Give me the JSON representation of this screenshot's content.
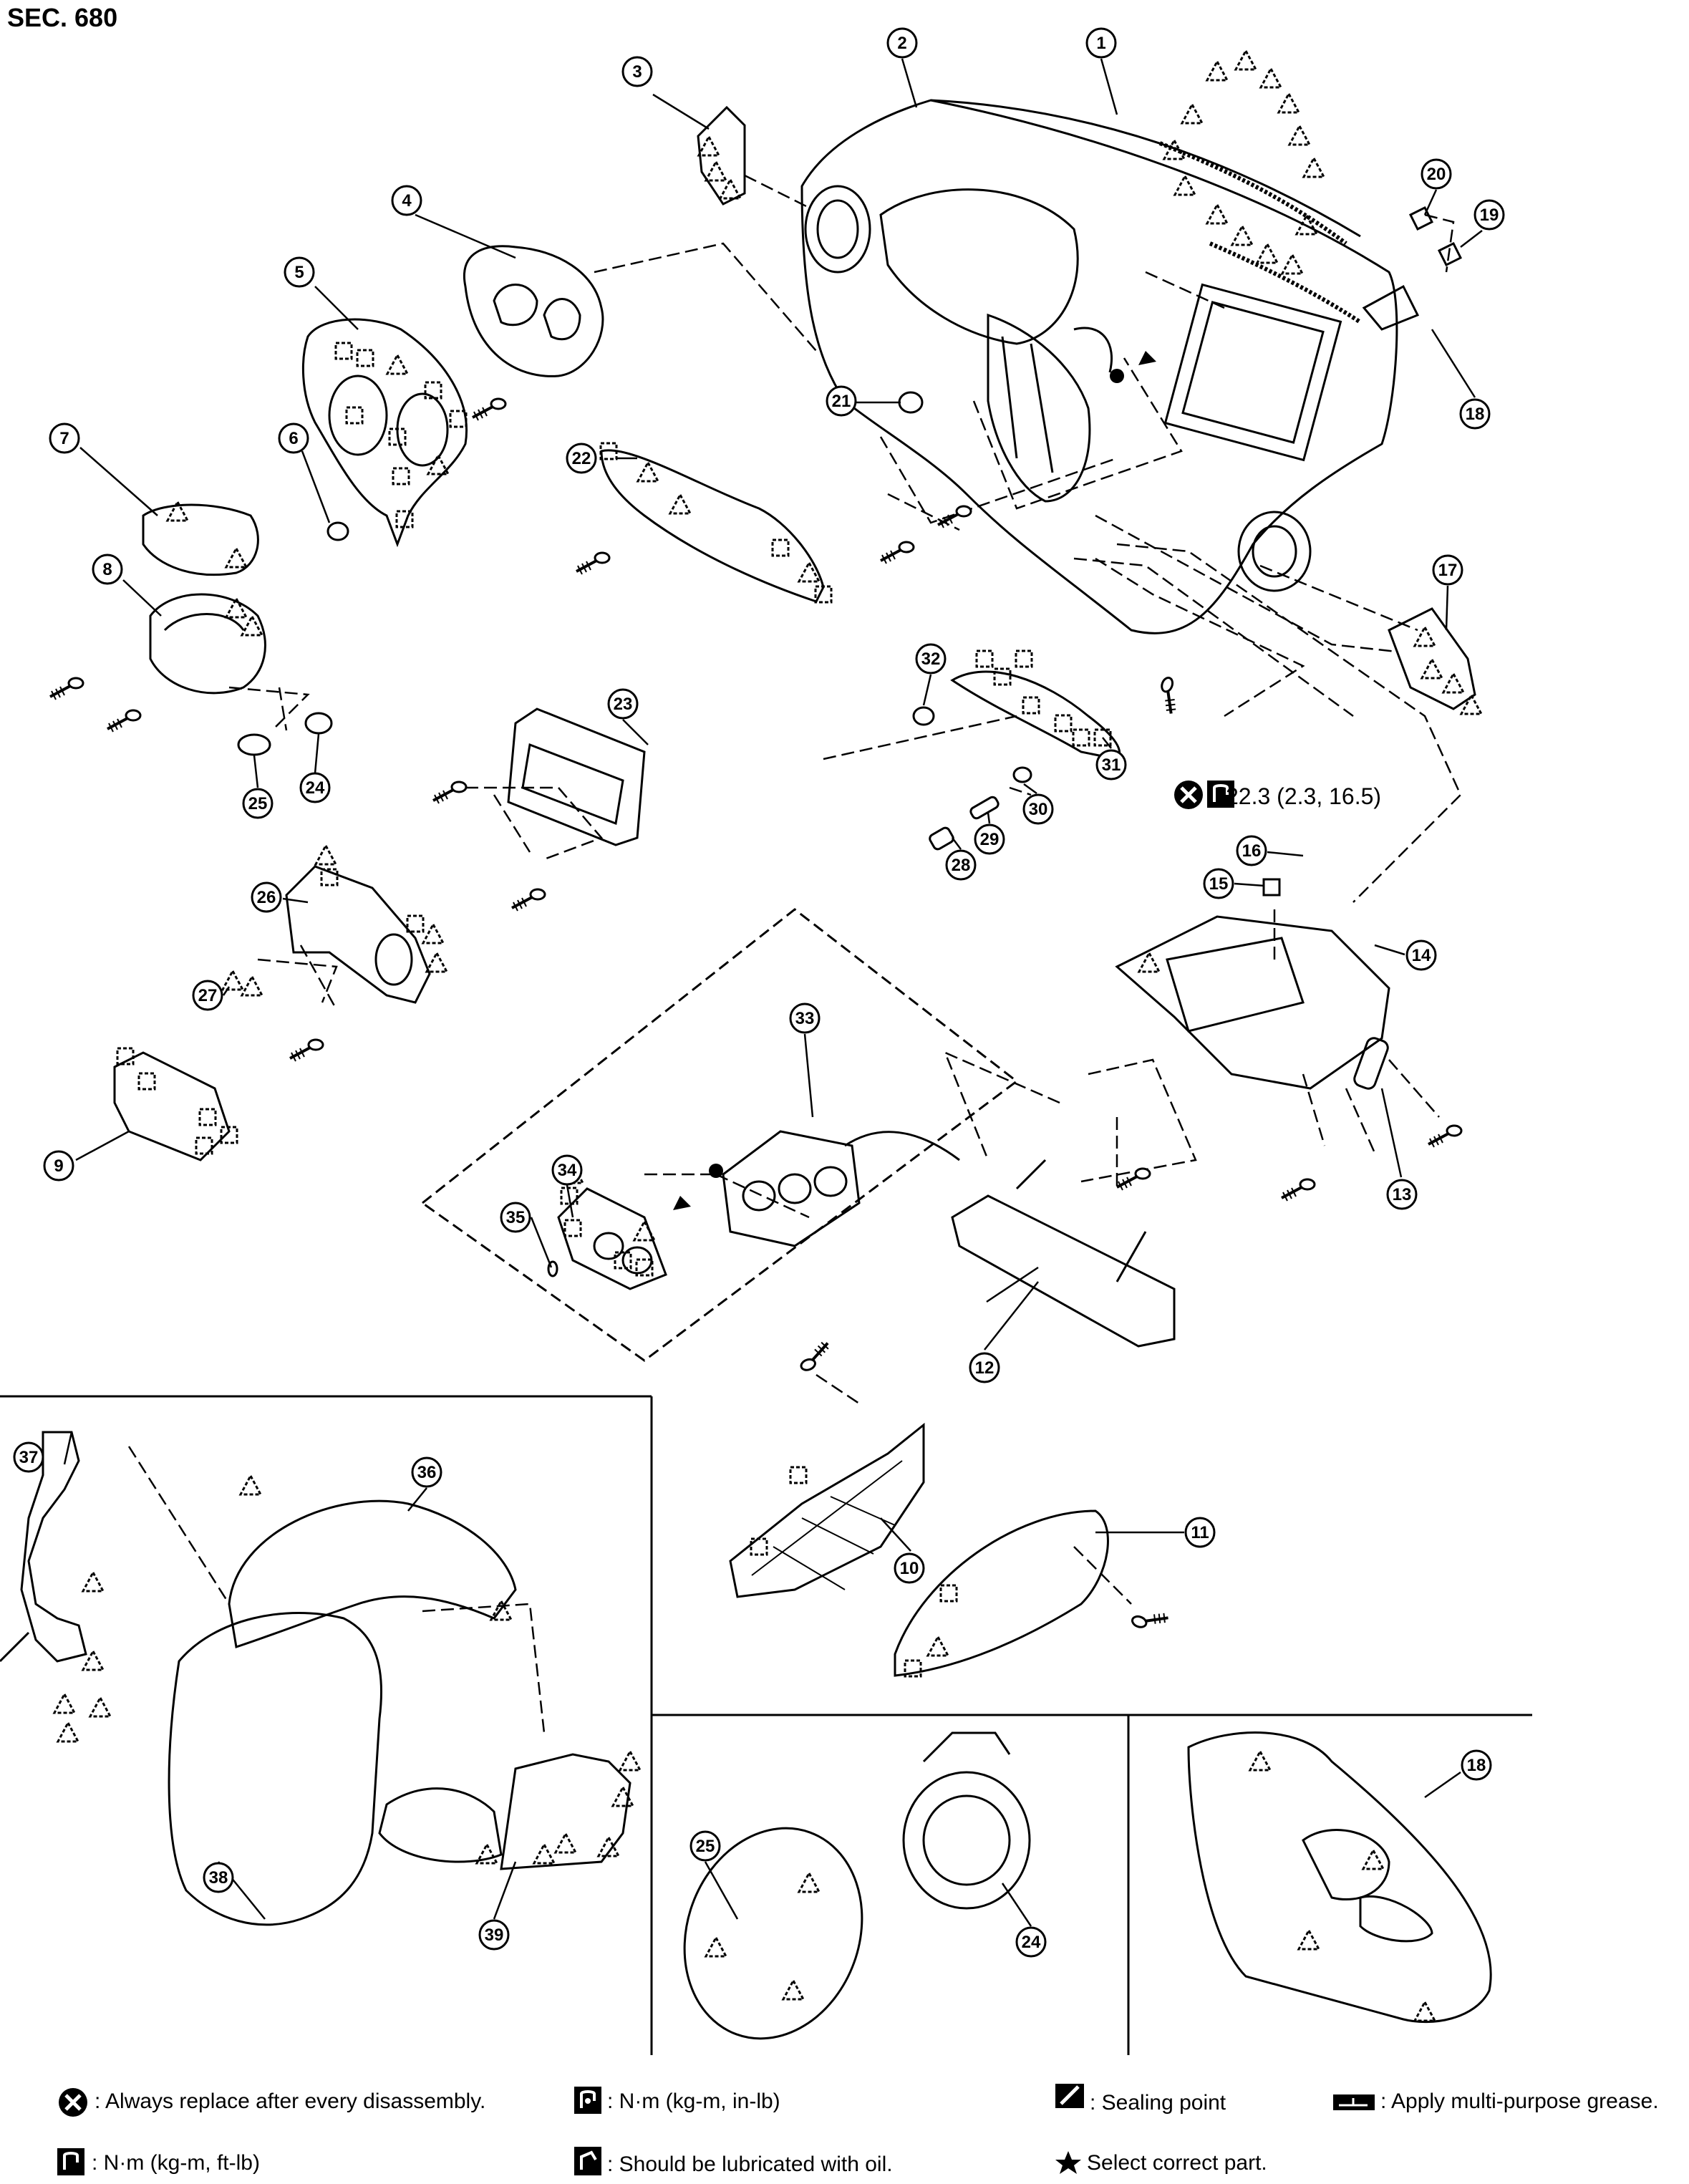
{
  "section_label": "SEC. 680",
  "torque_spec": "22.3 (2.3, 16.5)",
  "callouts": [
    "1",
    "2",
    "3",
    "4",
    "5",
    "6",
    "7",
    "8",
    "9",
    "10",
    "11",
    "12",
    "13",
    "14",
    "15",
    "16",
    "17",
    "18",
    "19",
    "20",
    "21",
    "22",
    "23",
    "24",
    "25",
    "26",
    "27",
    "28",
    "29",
    "30",
    "31",
    "32",
    "33",
    "34",
    "35",
    "36",
    "37",
    "38",
    "39"
  ],
  "detail_callouts": {
    "d37": "37",
    "d36": "36",
    "d38": "38",
    "d39": "39",
    "d25": "25",
    "d24": "24",
    "d18": "18"
  },
  "legend": {
    "replace": ": Always replace after every disassembly.",
    "nm_in_lb": ": N·m (kg-m, in-lb)",
    "sealing": ": Sealing point",
    "grease": ": Apply multi-purpose grease.",
    "nm_ft_lb": ": N·m (kg-m, ft-lb)",
    "oil": ": Should be lubricated with oil.",
    "select": "Select correct part."
  }
}
